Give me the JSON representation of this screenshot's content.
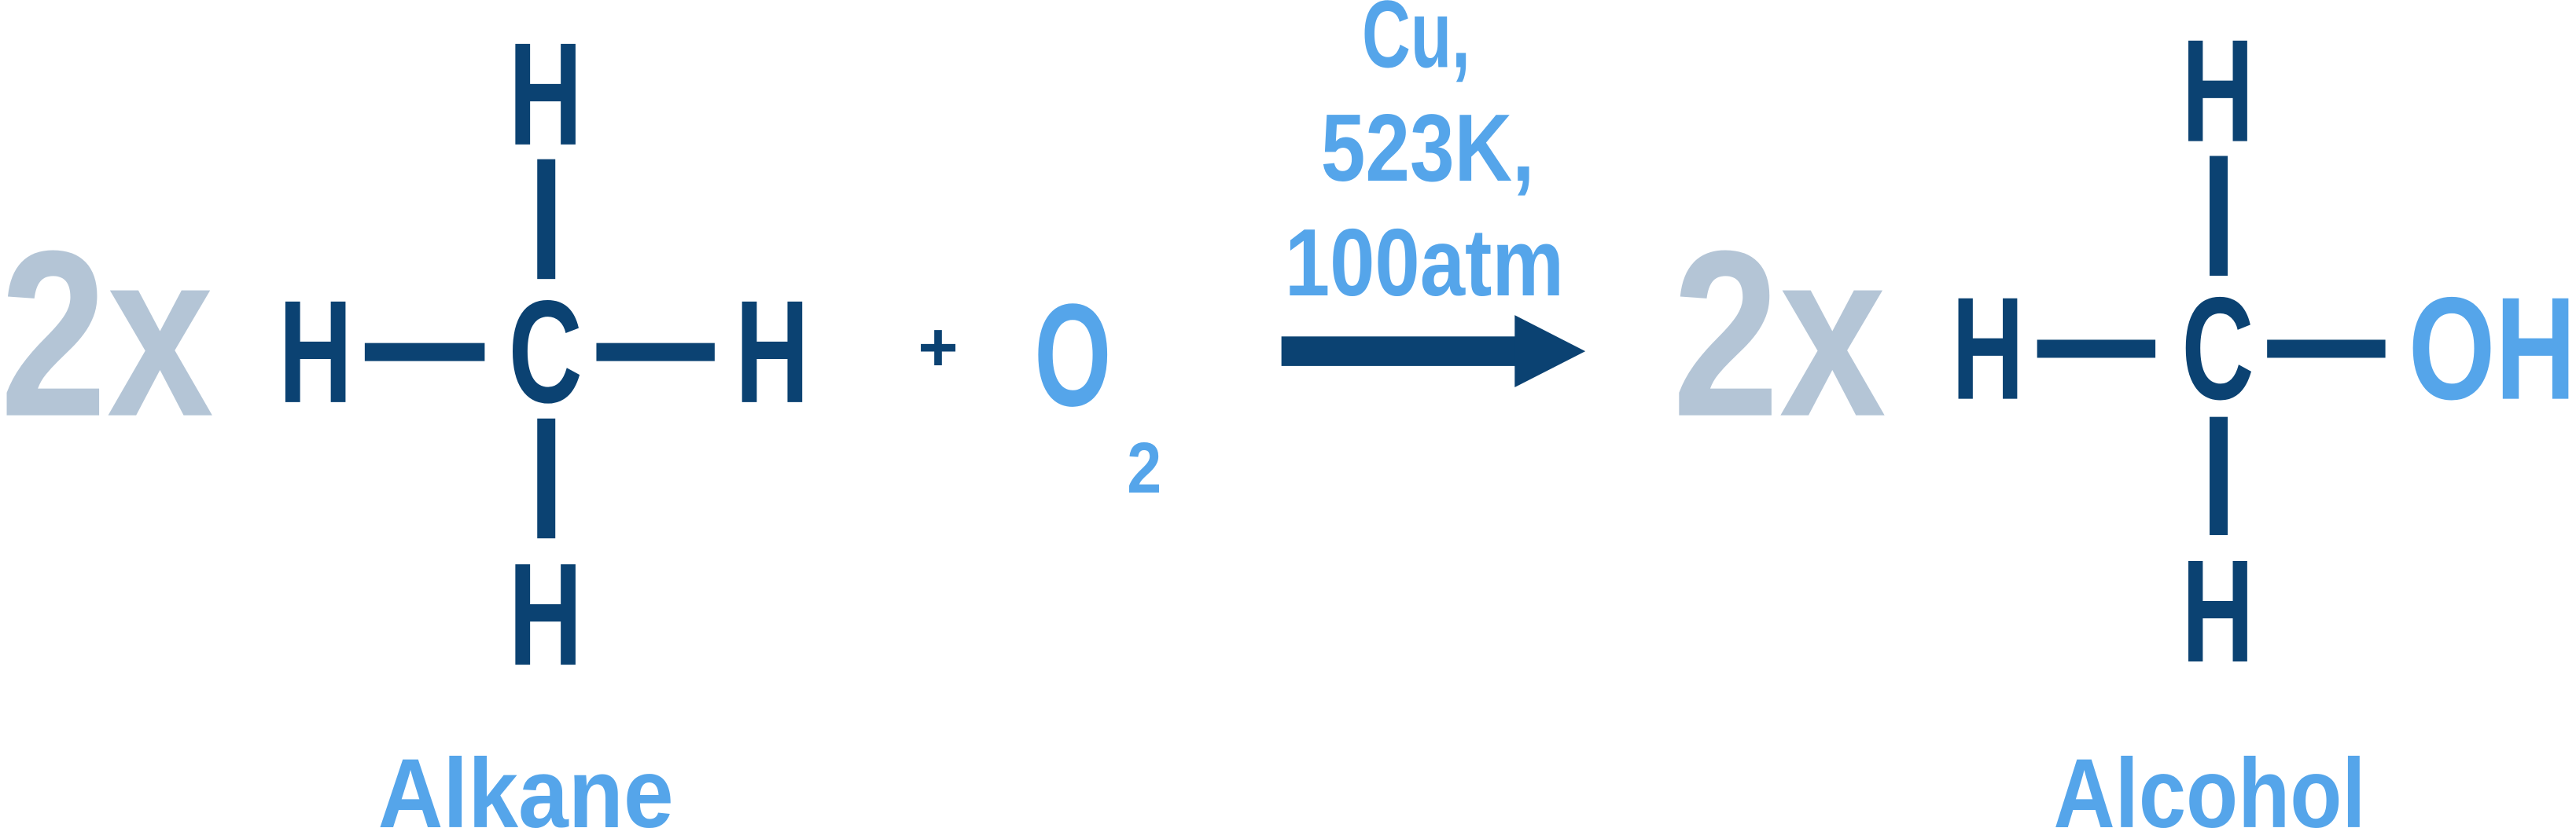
{
  "colors": {
    "navy": "#0b4272",
    "light_blue": "#55a5ea",
    "grey": "#b4c5d6"
  },
  "reactant": {
    "coefficient": "2x",
    "central_atom": "C",
    "top": "H",
    "bottom": "H",
    "left": "H",
    "right": "H",
    "label": "Alkane"
  },
  "plus": "+",
  "oxygen": {
    "symbol": "O",
    "subscript": "2"
  },
  "conditions": {
    "line1": "Cu,",
    "line2": "523K,",
    "line3": "100atm"
  },
  "product": {
    "coefficient": "2x",
    "central_atom": "C",
    "top": "H",
    "bottom": "H",
    "left": "H",
    "right": "OH",
    "label": "Alcohol"
  }
}
